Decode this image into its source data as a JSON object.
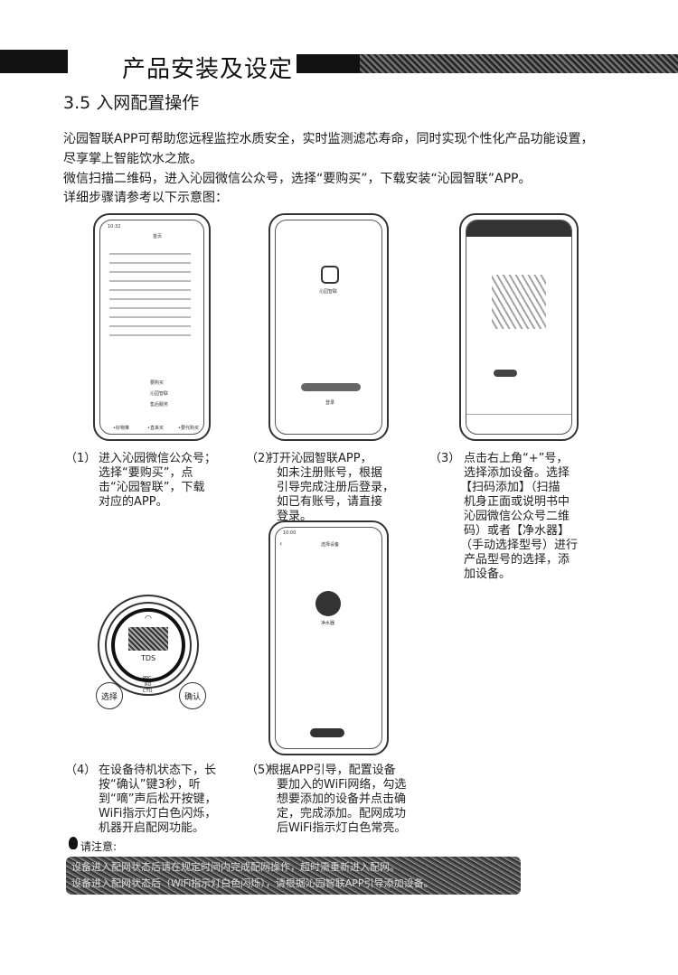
{
  "header": {
    "title": "产品安装及设定"
  },
  "section": {
    "title": "3.5 入网配置操作"
  },
  "intro": [
    "沁园智联APP可帮助您远程监控水质安全，实时监测滤芯寿命，同时实现个性化产品功能设置，",
    "尽享掌上智能饮水之旅。",
    "微信扫描二维码，进入沁园微信公众号，选择“要购买”，下载安装“沁园智联”APP。",
    "详细步骤请参考以下示意图："
  ],
  "phone1": {
    "time": "10:32",
    "title": "首页",
    "nav": [
      "•好物推",
      "•直来买",
      "•要代购买"
    ],
    "menu": [
      "要购买",
      "沁园智联",
      "售后服务"
    ]
  },
  "phone2": {
    "app_name": "沁园智联",
    "login": "登录"
  },
  "phone4": {
    "time": "10:00",
    "title": "选择设备",
    "device": "净水器"
  },
  "dial": {
    "display": "TDS",
    "modes": [
      "PPC",
      "RO",
      "CTO"
    ],
    "select": "选择",
    "confirm": "确认"
  },
  "steps": [
    {
      "num": "（1）",
      "lines": [
        "进入沁园微信公众号；",
        "选择“要购买”，点",
        "击“沁园智联”，下载",
        "对应的APP。"
      ]
    },
    {
      "num": "（2）",
      "lines": [
        "打开沁园智联APP，",
        "如未注册账号，根据",
        "引导完成注册后登录，",
        "如已有账号，请直接",
        "登录。"
      ]
    },
    {
      "num": "（3）",
      "lines": [
        "点击右上角“+”号，",
        "选择添加设备。选择",
        "【扫码添加】（扫描",
        "机身正面或说明书中",
        "沁园微信公众号二维",
        "码）或者【净水器】",
        "（手动选择型号）进行",
        "产品型号的选择，添",
        "加设备。"
      ]
    },
    {
      "num": "（4）",
      "lines": [
        "在设备待机状态下，长",
        "按“确认”键3秒，听",
        "到“嘀”声后松开按键，",
        "WiFi指示灯白色闪烁，",
        "机器开启配网功能。"
      ]
    },
    {
      "num": "（5）",
      "lines": [
        "根据APP引导，配置设备",
        "要加入的WiFi网络，勾选",
        "想要添加的设备并点击确",
        "定，完成添加。配网成功",
        "后WiFi指示灯白色常亮。"
      ]
    }
  ],
  "note": {
    "label": "请注意:",
    "lines": [
      "设备进入配网状态后请在规定时间内完成配网操作，超时需重新进入配网。",
      "设备进入配网状态后（WiFi指示灯白色闪烁），请根据沁园智联APP引导添加设备。"
    ]
  }
}
